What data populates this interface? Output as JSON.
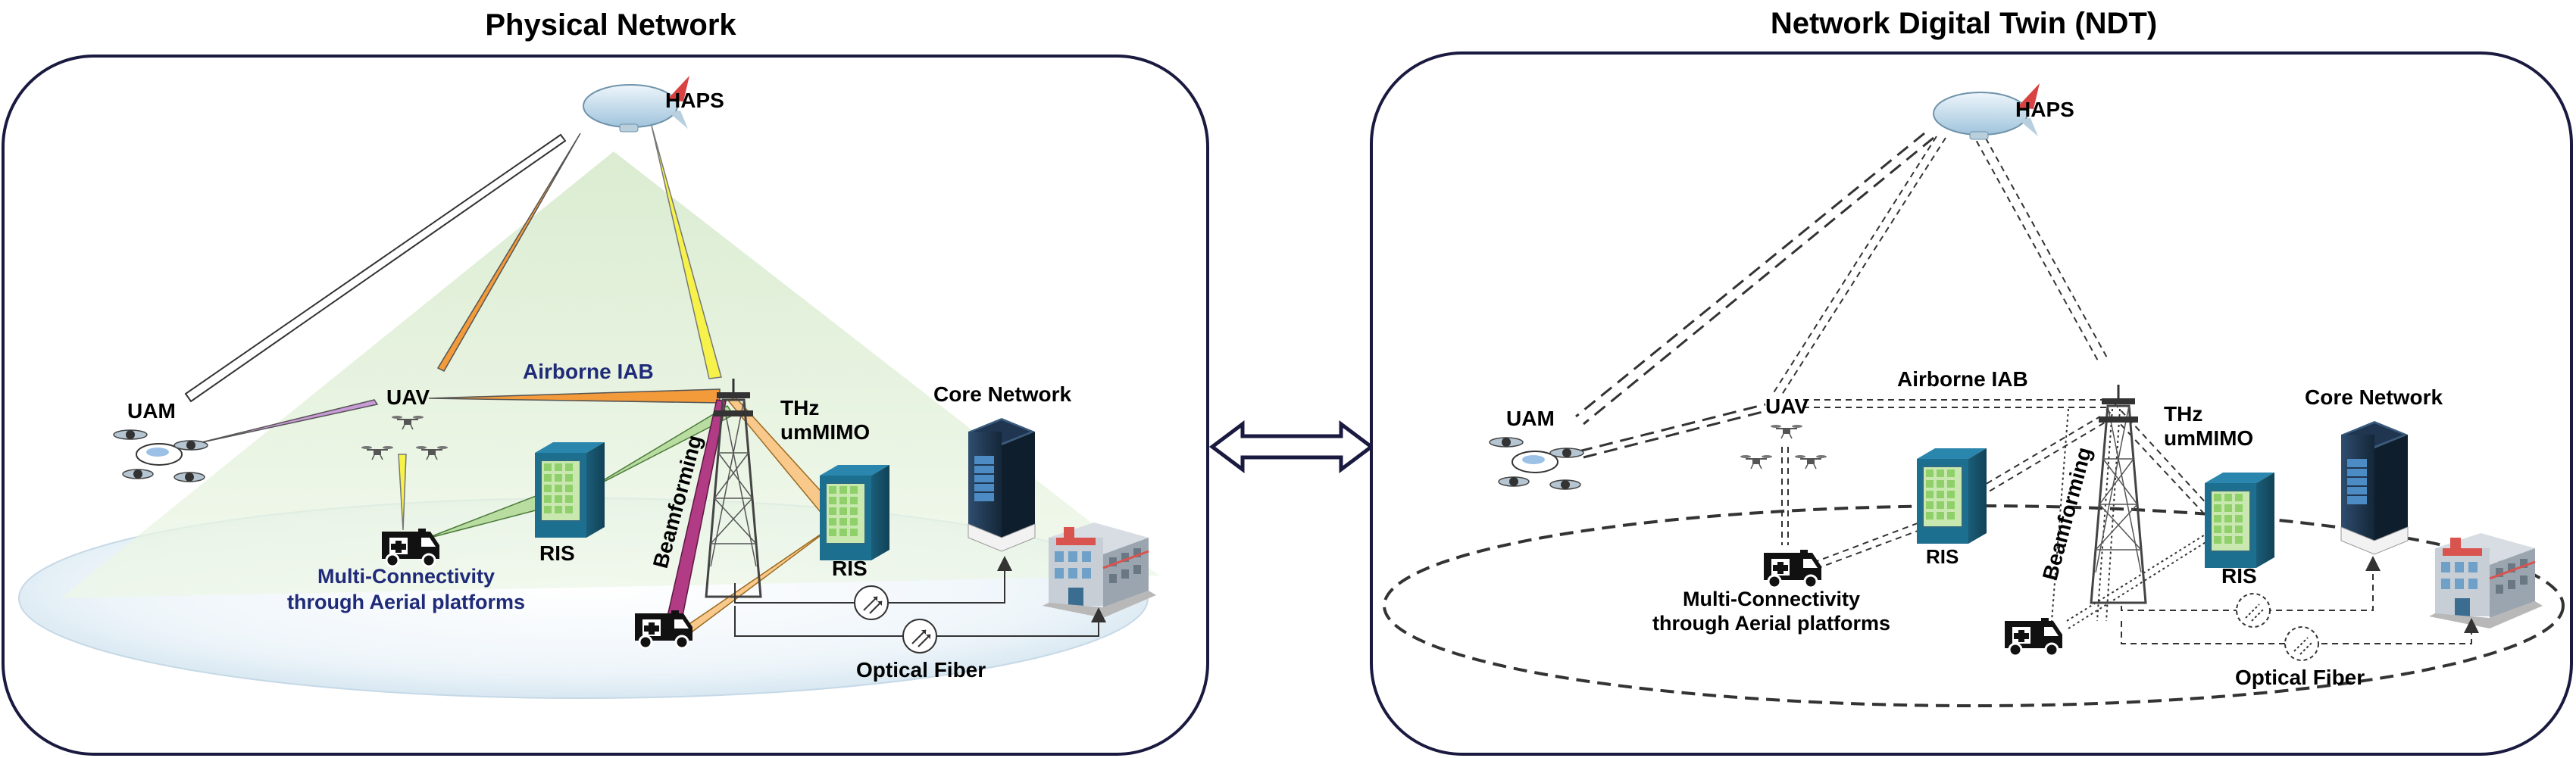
{
  "panels": {
    "physical": {
      "title": "Physical Network",
      "labels": {
        "haps": "HAPS",
        "uam": "UAM",
        "uav": "UAV",
        "airborne_iab": "Airborne IAB",
        "thz_line1": "THz",
        "thz_line2": "umMIMO",
        "core_network": "Core Network",
        "ris_left": "RIS",
        "ris_right": "RIS",
        "beamforming": "Beamforming",
        "multi_line1": "Multi-Connectivity",
        "multi_line2": "through Aerial platforms",
        "optical_fiber": "Optical Fiber"
      }
    },
    "twin": {
      "title": "Network Digital Twin (NDT)",
      "labels": {
        "haps": "HAPS",
        "uam": "UAM",
        "uav": "UAV",
        "airborne_iab": "Airborne IAB",
        "thz_line1": "THz",
        "thz_line2": "umMIMO",
        "core_network": "Core Network",
        "ris_left": "RIS",
        "ris_right": "RIS",
        "beamforming": "Beamforming",
        "multi_line1": "Multi-Connectivity",
        "multi_line2": "through Aerial platforms",
        "optical_fiber": "Optical Fiber"
      }
    }
  },
  "colors": {
    "frame": "#1a1a40",
    "ground_gradient": "#d6e8f2",
    "coverage": "#dbeccf",
    "beam_orange": "#f39a3a",
    "beam_yellow": "#f6f24a",
    "beam_green": "#b9dca0",
    "beam_purple": "#c89ad6",
    "beam_magenta": "#b23b86",
    "beam_peach": "#f8c98a",
    "ris_teal": "#1d6f8f",
    "ris_grid": "#a8e08a",
    "server_dark": "#1f3550",
    "label_blue": "#1f2a78"
  }
}
